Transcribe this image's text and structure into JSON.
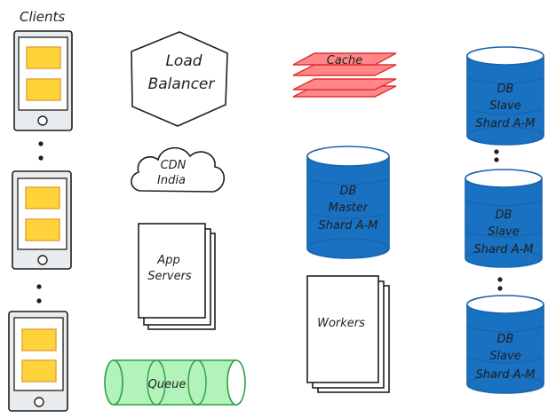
{
  "colors": {
    "ink": "#1e1e1e",
    "phone_fill": "#e9ecef",
    "phone_screen": "#ffffff",
    "phone_card": "#ffd43b",
    "phone_card_ink": "#e8a33d",
    "db_fill": "#1971c2",
    "db_stroke": "#1864ab",
    "db_top": "#ffffff",
    "cache_fill": "#ff8787",
    "cache_stroke": "#e03131",
    "queue_fill": "#b2f2bb",
    "queue_stroke": "#2f9e44"
  },
  "labels": {
    "clients": "Clients",
    "load_balancer_l1": "Load",
    "load_balancer_l2": "Balancer",
    "cdn_l1": "CDN",
    "cdn_l2": "India",
    "app_servers_l1": "App",
    "app_servers_l2": "Servers",
    "queue": "Queue",
    "cache": "Cache",
    "db_master_l1": "DB",
    "db_master_l2": "Master",
    "db_master_l3": "Shard A-M",
    "workers": "Workers",
    "db_slave_1_l1": "DB",
    "db_slave_1_l2": "Slave",
    "db_slave_1_l3": "Shard A-M",
    "db_slave_2_l1": "DB",
    "db_slave_2_l2": "Slave",
    "db_slave_2_l3": "Shard A-M",
    "db_slave_3_l1": "DB",
    "db_slave_3_l2": "Slave",
    "db_slave_3_l3": "Shard A-M"
  },
  "icons": {
    "phone": "phone-icon",
    "ellipsis": "vertical-ellipsis-icon",
    "hexagon": "hexagon-shape",
    "cloud": "cloud-shape",
    "stack": "stacked-pages-shape",
    "cylinder": "database-cylinder-shape"
  }
}
